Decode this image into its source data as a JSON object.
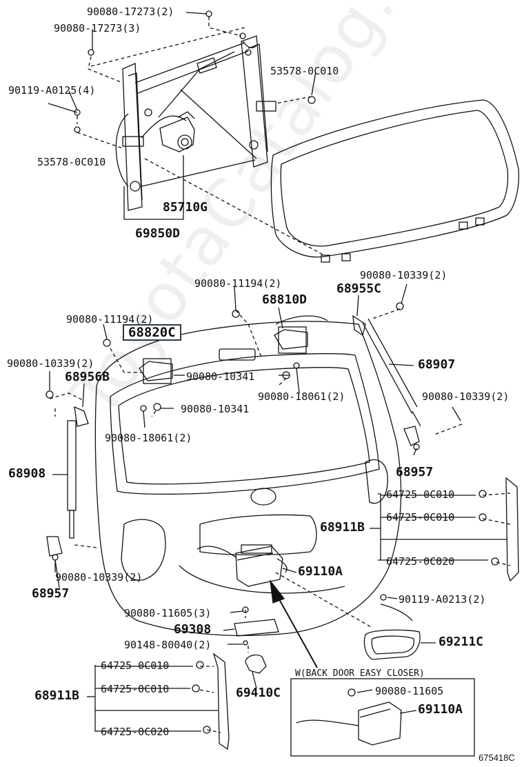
{
  "watermark": "ToyotaCatalog.ru",
  "figure_code": "675418C",
  "highlighted_part": "68820C",
  "inset_title": "W(BACK DOOR EASY CLOSER)",
  "labels": {
    "l1": "90080-17273(2)",
    "l2": "90080-17273(3)",
    "l3": "53578-0C010",
    "l4": "90119-A0125(4)",
    "l5": "53578-0C010",
    "l6": "85710G",
    "l7": "69850D",
    "l8": "90080-11194(2)",
    "l9": "68810D",
    "l10": "68955C",
    "l11": "90080-10339(2)",
    "l12": "90080-11194(2)",
    "l13": "90080-10339(2)",
    "l14": "68956B",
    "l15": "90080-10341",
    "l16": "68907",
    "l17": "90080-18061(2)",
    "l18": "90080-10341",
    "l19": "90080-10339(2)",
    "l20": "90080-18061(2)",
    "l21": "68957",
    "l22": "68908",
    "l23": "64725-0C010",
    "l24": "64725-0C010",
    "l25": "68911B",
    "l26": "64725-0C020",
    "l27": "90080-10339(2)",
    "l28": "69110A",
    "l29": "68957",
    "l30": "90119-A0213(2)",
    "l31": "90080-11605(3)",
    "l32": "69308",
    "l33": "69211C",
    "l34": "90148-80040(2)",
    "l35": "64725-0C010",
    "l36": "64725-0C010",
    "l37": "68911B",
    "l38": "69410C",
    "l39": "64725-0C020",
    "l40": "90080-11605",
    "l41": "69110A"
  }
}
